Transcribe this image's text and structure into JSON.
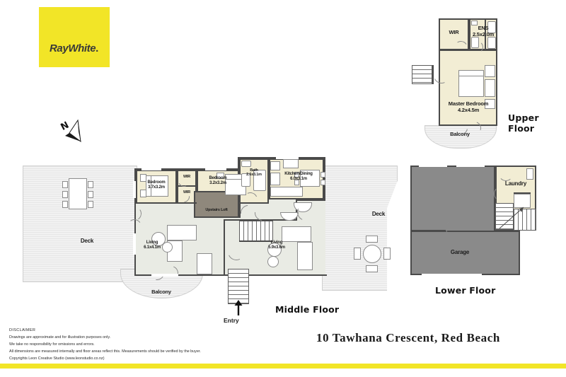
{
  "brand": {
    "name_ray": "Ray",
    "name_white": "White",
    "trademark": "."
  },
  "compass": {
    "icon": "north-arrow",
    "label": "N"
  },
  "property": {
    "address": "10 Tawhana Crescent, Red Beach"
  },
  "floors": [
    {
      "id": "upper",
      "caption": "Upper Floor",
      "rooms": [
        {
          "name": "WIR",
          "dim": ""
        },
        {
          "name": "ENS",
          "dim": "2.5x2.0m"
        },
        {
          "name": "Master Bedroom",
          "dim": "4.2x4.5m"
        },
        {
          "name": "Balcony",
          "dim": ""
        }
      ]
    },
    {
      "id": "middle",
      "caption": "Middle Floor",
      "rooms": [
        {
          "name": "Deck",
          "dim": ""
        },
        {
          "name": "Bedroom",
          "dim": "3.7x3.2m"
        },
        {
          "name": "WIR",
          "dim": ""
        },
        {
          "name": "WIR",
          "dim": ""
        },
        {
          "name": "Bedroom",
          "dim": "3.2x3.2m"
        },
        {
          "name": "Upstairs Loft",
          "dim": ""
        },
        {
          "name": "Bath",
          "dim": "2.6x3.1m"
        },
        {
          "name": "Kitchen/Dining",
          "dim": "6.0x3.1m"
        },
        {
          "name": "Living",
          "dim": "6.1x4.1m"
        },
        {
          "name": "Living",
          "dim": "5.9x3.6m"
        },
        {
          "name": "Balcony",
          "dim": ""
        },
        {
          "name": "Deck",
          "dim": ""
        }
      ],
      "entry_label": "Entry"
    },
    {
      "id": "lower",
      "caption": "Lower Floor",
      "rooms": [
        {
          "name": "Garage",
          "dim": ""
        },
        {
          "name": "Laundry",
          "dim": ""
        }
      ]
    }
  ],
  "labels": {
    "upper_wir": "WIR",
    "upper_ens_name": "ENS",
    "upper_ens_dim": "2.5x2.0m",
    "upper_master_name": "Master Bedroom",
    "upper_master_dim": "4.2x4.5m",
    "upper_balcony": "Balcony",
    "upper_caption": "Upper Floor",
    "mid_deck_left": "Deck",
    "mid_bed1_name": "Bedroom",
    "mid_bed1_dim": "3.7x3.2m",
    "mid_wir_a": "WIR",
    "mid_wir_b": "WIR",
    "mid_bed2_name": "Bedroom",
    "mid_bed2_dim": "3.2x3.2m",
    "mid_loft": "Upstairs Loft",
    "mid_bath_name": "Bath",
    "mid_bath_dim": "2.6x3.1m",
    "mid_kitchen_name": "Kitchen/Dining",
    "mid_kitchen_dim": "6.0x3.1m",
    "mid_living1_name": "Living",
    "mid_living1_dim": "6.1x4.1m",
    "mid_living2_name": "Living",
    "mid_living2_dim": "5.9x3.6m",
    "mid_balcony": "Balcony",
    "mid_deck_right": "Deck",
    "mid_caption": "Middle Floor",
    "mid_entry": "Entry",
    "low_garage": "Garage",
    "low_laundry": "Laundry",
    "low_caption": "Lower Floor"
  },
  "disclaimer": {
    "heading": "DISCLAIMER",
    "line1": "Drawings are approximate and for illustration purposes only.",
    "line2": "We take no responsibility for omissions and errors.",
    "line3": "All dimensions are measured internally and floor areas reflect this. Measurements should be verified by the buyer.",
    "line4": "Copyrights Leon Creative Studio (www.leonstudio.co.nz)"
  },
  "colors": {
    "brand_yellow": "#f2e527",
    "room_cream": "#f2edd4",
    "floor_fill": "#e9ebe4",
    "garage_grey": "#8a8a8a",
    "loft_dark": "#8f887c",
    "wall": "#4a4a4a",
    "deck_hatch": "#e6e6e6"
  }
}
